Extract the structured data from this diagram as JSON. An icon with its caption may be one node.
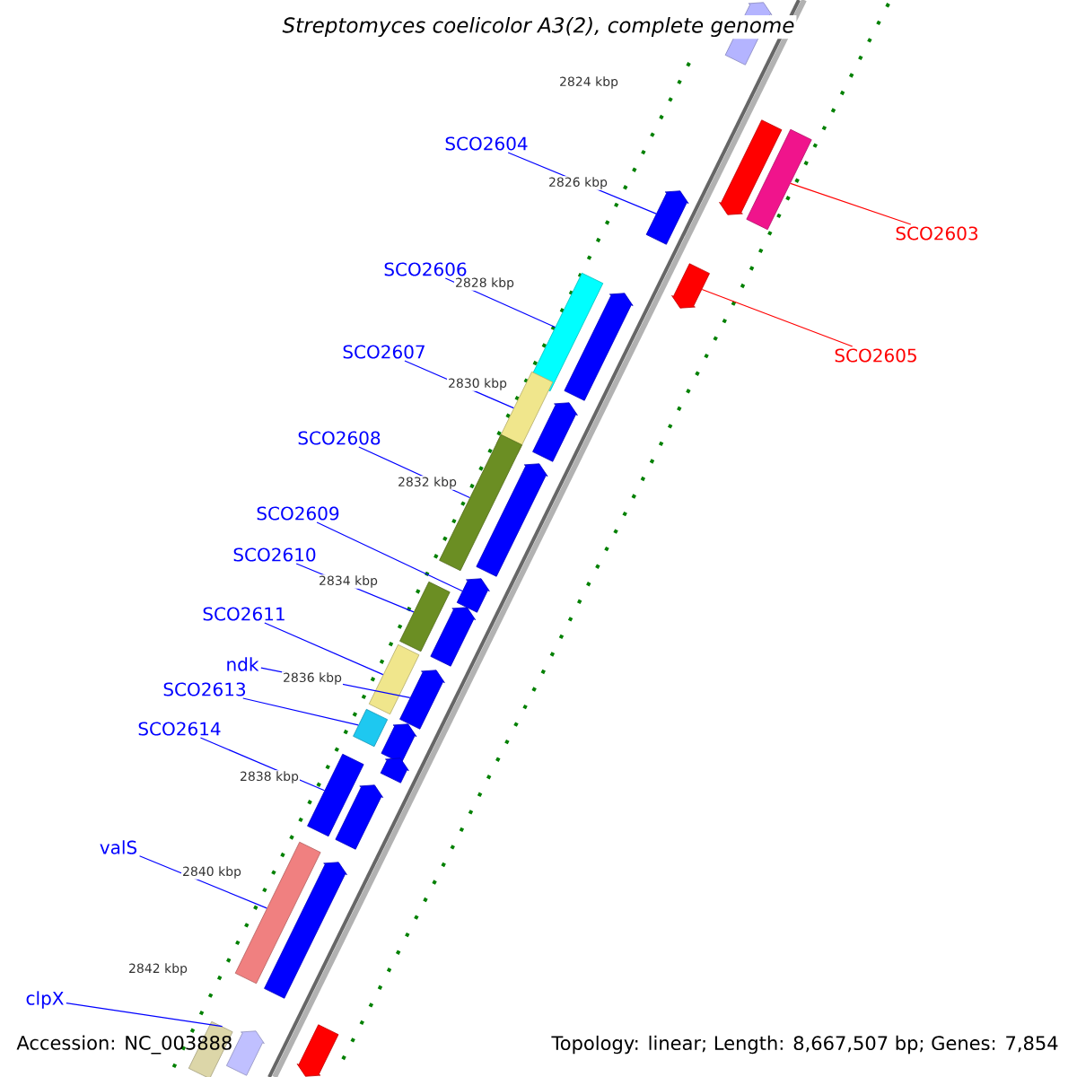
{
  "diagram": {
    "title": "*Streptomyces coelicolor* A3(2), complete genome",
    "nodes": [
      {
        "text": [
          "SCO2604"
        ]
      },
      {
        "text": [
          "SCO2606"
        ]
      },
      {
        "text": [
          "SCO2607"
        ]
      },
      {
        "text": [
          "SCO2608"
        ]
      },
      {
        "text": [
          "SCO2609"
        ]
      },
      {
        "text": [
          "SCO2610"
        ]
      },
      {
        "text": [
          "SCO2611"
        ]
      },
      {
        "text": [
          "ndk"
        ]
      },
      {
        "text": [
          "SCO2613"
        ]
      },
      {
        "text": [
          "SCO2614"
        ]
      },
      {
        "text": [
          "valS"
        ]
      },
      {
        "text": [
          "clpX"
        ]
      },
      {
        "text": [
          "SCO2603"
        ]
      },
      {
        "text": [
          "SCO2605"
        ]
      },
      {
        "text": [],
        "shape": "arrow"
      },
      {
        "text": [],
        "shape": "arrow"
      },
      {
        "text": [],
        "shape": "bar"
      },
      {
        "text": [],
        "shape": "arrow"
      },
      {
        "text": [],
        "shape": "bar"
      },
      {
        "text": [],
        "shape": "arrow"
      },
      {
        "text": [],
        "shape": "bar"
      },
      {
        "text": [],
        "shape": "arrow"
      },
      {
        "text": [],
        "shape": "arrow"
      },
      {
        "text": [],
        "shape": "bar"
      },
      {
        "text": [],
        "shape": "arrow"
      },
      {
        "text": [],
        "shape": "bar"
      },
      {
        "text": [],
        "shape": "arrow"
      },
      {
        "text": [],
        "shape": "bar"
      },
      {
        "text": [],
        "shape": "arrow"
      },
      {
        "text": [],
        "shape": "arrow"
      },
      {
        "text": [],
        "shape": "bar"
      },
      {
        "text": [],
        "shape": "arrow"
      },
      {
        "text": [],
        "shape": "bar"
      },
      {
        "text": [],
        "shape": "arrow"
      },
      {
        "text": [],
        "shape": "bar"
      },
      {
        "text": [],
        "shape": "arrow"
      },
      {
        "text": [],
        "shape": "arrow"
      },
      {
        "text": [],
        "shape": "arrow"
      },
      {
        "text": [],
        "shape": "bar"
      },
      {
        "text": [],
        "shape": "arrow"
      }
    ],
    "edges": [
      {
        "from": 0,
        "to": 15,
        "arrow": "none"
      },
      {
        "from": 1,
        "to": 16,
        "arrow": "none"
      },
      {
        "from": 2,
        "to": 18,
        "arrow": "none"
      },
      {
        "from": 3,
        "to": 20,
        "arrow": "none"
      },
      {
        "from": 4,
        "to": 22,
        "arrow": "none"
      },
      {
        "from": 5,
        "to": 23,
        "arrow": "none"
      },
      {
        "from": 6,
        "to": 25,
        "arrow": "none"
      },
      {
        "from": 7,
        "to": 26,
        "arrow": "none"
      },
      {
        "from": 8,
        "to": 27,
        "arrow": "none"
      },
      {
        "from": 9,
        "to": 30,
        "arrow": "none"
      },
      {
        "from": 10,
        "to": 32,
        "arrow": "none"
      },
      {
        "from": 11,
        "to": 34,
        "arrow": "none"
      },
      {
        "from": 12,
        "to": 38,
        "arrow": "none",
        "color": "#ff0000"
      },
      {
        "from": 13,
        "to": 39,
        "arrow": "none",
        "color": "#ff0000"
      }
    ],
    "labels": [
      "2824 kbp",
      "2826 kbp",
      "2828 kbp",
      "2830 kbp",
      "2832 kbp",
      "2834 kbp",
      "2836 kbp",
      "2838 kbp",
      "2840 kbp",
      "2842 kbp",
      "Accession: NC_003888",
      "Topology: linear; Length: 8,667,507 bp; Genes: 7,854"
    ]
  }
}
